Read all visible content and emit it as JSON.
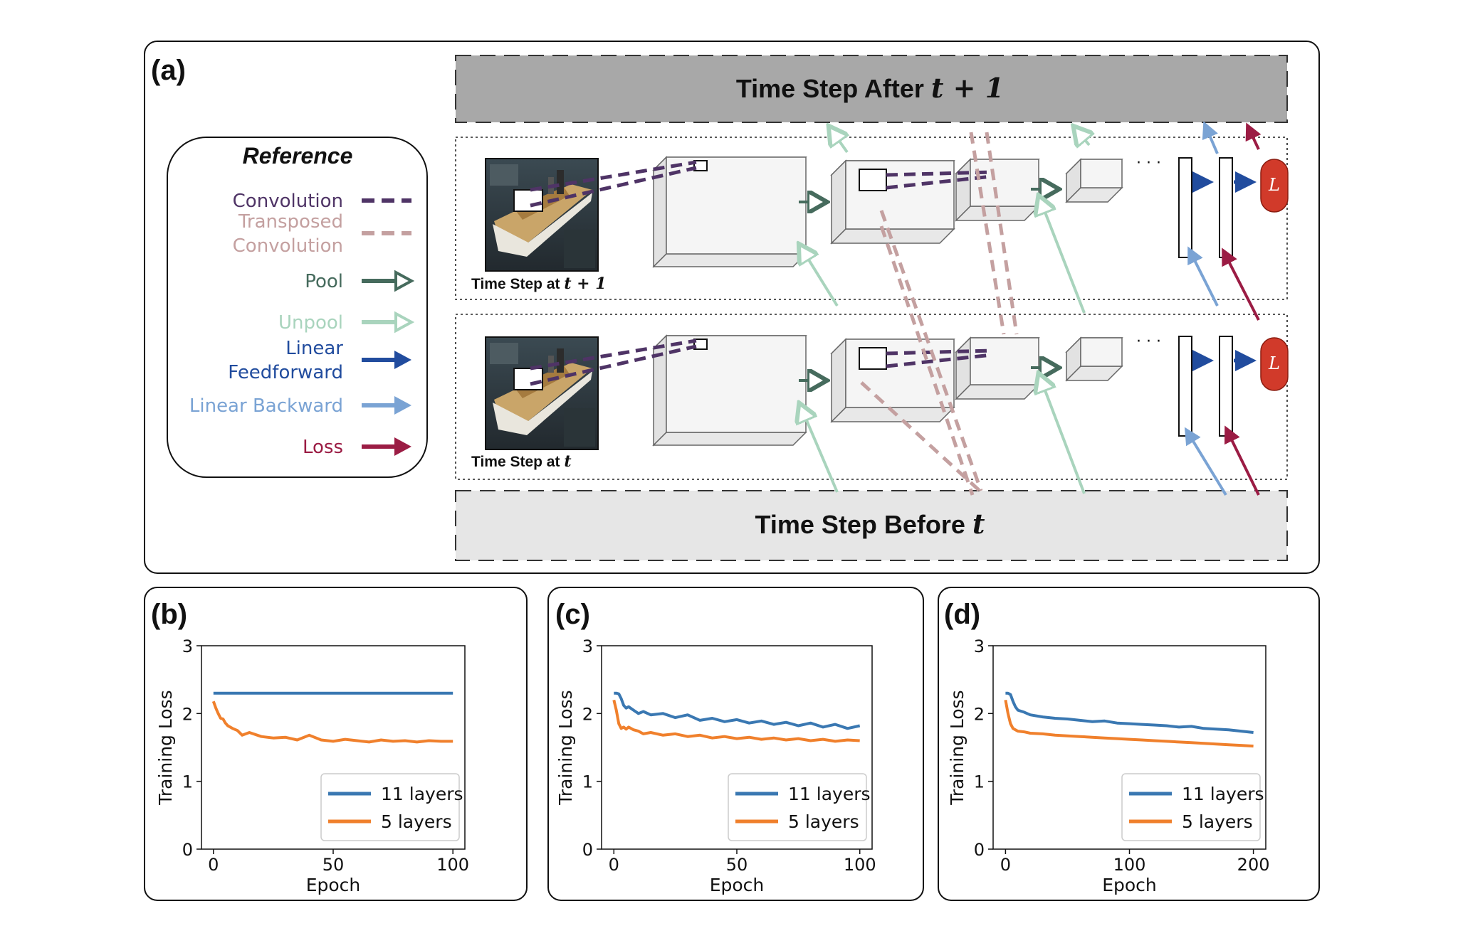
{
  "panel_a": {
    "letter": "(a)",
    "reference": {
      "title": "Reference",
      "items": [
        {
          "label_lines": [
            "Convolution"
          ],
          "color": "#4f3466",
          "style": "dashed",
          "icon": "dashed-line"
        },
        {
          "label_lines": [
            "Transposed",
            "Convolution"
          ],
          "color": "#c4a0a0",
          "style": "dashed",
          "icon": "dashed-line"
        },
        {
          "label_lines": [
            "Pool"
          ],
          "color": "#466b5d",
          "style": "open-arrow",
          "icon": "open-arrow"
        },
        {
          "label_lines": [
            "Unpool"
          ],
          "color": "#a9d4bd",
          "style": "open-arrow",
          "icon": "open-arrow"
        },
        {
          "label_lines": [
            "Linear",
            "Feedforward"
          ],
          "color": "#214c9e",
          "style": "filled-arrow",
          "icon": "filled-arrow"
        },
        {
          "label_lines": [
            "Linear Backward"
          ],
          "color": "#7aa3d4",
          "style": "filled-arrow",
          "icon": "filled-arrow"
        },
        {
          "label_lines": [
            "Loss"
          ],
          "color": "#9b1c44",
          "style": "filled-arrow",
          "icon": "filled-arrow"
        }
      ]
    },
    "after_band": {
      "text": "Time Step After ",
      "var": "t + 1",
      "color": "#a8a8a8"
    },
    "before_band": {
      "text": "Time Step Before ",
      "var": "t",
      "color": "#e6e6e6"
    },
    "row_top": {
      "text": "Time Step at ",
      "var": "t + 1"
    },
    "row_bottom": {
      "text": "Time Step at ",
      "var": "t"
    },
    "loss_symbol": "L",
    "loss_color": "#d13a2a"
  },
  "chart_data": [
    {
      "panel": "(b)",
      "type": "line",
      "xlabel": "Epoch",
      "ylabel": "Training Loss",
      "xlim": [
        -5,
        105
      ],
      "ylim": [
        0,
        3
      ],
      "xticks": [
        0,
        50,
        100
      ],
      "yticks": [
        0,
        1,
        2,
        3
      ],
      "legend_position": "lower right",
      "series": [
        {
          "name": "11 layers",
          "color": "#3a78b2",
          "x": [
            0,
            5,
            10,
            20,
            30,
            40,
            50,
            60,
            70,
            80,
            90,
            100
          ],
          "y": [
            2.3,
            2.3,
            2.3,
            2.3,
            2.3,
            2.3,
            2.3,
            2.3,
            2.3,
            2.3,
            2.3,
            2.3
          ]
        },
        {
          "name": "5 layers",
          "color": "#f0802c",
          "x": [
            0,
            1,
            2,
            3,
            4,
            5,
            6,
            8,
            10,
            12,
            15,
            20,
            25,
            30,
            35,
            40,
            45,
            50,
            55,
            60,
            65,
            70,
            75,
            80,
            85,
            90,
            95,
            100
          ],
          "y": [
            2.18,
            2.08,
            2.0,
            1.93,
            1.92,
            1.86,
            1.82,
            1.78,
            1.75,
            1.68,
            1.72,
            1.66,
            1.64,
            1.65,
            1.61,
            1.68,
            1.61,
            1.59,
            1.62,
            1.6,
            1.58,
            1.61,
            1.59,
            1.6,
            1.58,
            1.6,
            1.59,
            1.59
          ]
        }
      ]
    },
    {
      "panel": "(c)",
      "type": "line",
      "xlabel": "Epoch",
      "ylabel": "Training Loss",
      "xlim": [
        -5,
        105
      ],
      "ylim": [
        0,
        3
      ],
      "xticks": [
        0,
        50,
        100
      ],
      "yticks": [
        0,
        1,
        2,
        3
      ],
      "legend_position": "lower right",
      "series": [
        {
          "name": "11 layers",
          "color": "#3a78b2",
          "x": [
            0,
            1,
            2,
            3,
            4,
            5,
            6,
            8,
            10,
            12,
            15,
            20,
            25,
            30,
            35,
            40,
            45,
            50,
            55,
            60,
            65,
            70,
            75,
            80,
            85,
            90,
            95,
            100
          ],
          "y": [
            2.3,
            2.3,
            2.29,
            2.22,
            2.12,
            2.08,
            2.1,
            2.05,
            2.0,
            2.03,
            1.98,
            2.0,
            1.94,
            1.98,
            1.9,
            1.93,
            1.88,
            1.91,
            1.86,
            1.89,
            1.84,
            1.87,
            1.82,
            1.86,
            1.8,
            1.84,
            1.78,
            1.82
          ]
        },
        {
          "name": "5 layers",
          "color": "#f0802c",
          "x": [
            0,
            1,
            2,
            3,
            4,
            5,
            6,
            8,
            10,
            12,
            15,
            20,
            25,
            30,
            35,
            40,
            45,
            50,
            55,
            60,
            65,
            70,
            75,
            80,
            85,
            90,
            95,
            100
          ],
          "y": [
            2.2,
            2.05,
            1.85,
            1.78,
            1.8,
            1.77,
            1.8,
            1.76,
            1.74,
            1.7,
            1.72,
            1.68,
            1.7,
            1.66,
            1.68,
            1.64,
            1.66,
            1.63,
            1.65,
            1.62,
            1.64,
            1.61,
            1.63,
            1.6,
            1.62,
            1.59,
            1.61,
            1.6
          ]
        }
      ]
    },
    {
      "panel": "(d)",
      "type": "line",
      "xlabel": "Epoch",
      "ylabel": "Training Loss",
      "xlim": [
        -10,
        210
      ],
      "ylim": [
        0,
        3
      ],
      "xticks": [
        0,
        100,
        200
      ],
      "yticks": [
        0,
        1,
        2,
        3
      ],
      "legend_position": "lower right",
      "series": [
        {
          "name": "11 layers",
          "color": "#3a78b2",
          "x": [
            0,
            2,
            4,
            6,
            8,
            10,
            15,
            20,
            30,
            40,
            50,
            60,
            70,
            80,
            90,
            100,
            110,
            120,
            130,
            140,
            150,
            160,
            170,
            180,
            190,
            200
          ],
          "y": [
            2.3,
            2.3,
            2.28,
            2.18,
            2.1,
            2.05,
            2.02,
            1.98,
            1.95,
            1.93,
            1.92,
            1.9,
            1.88,
            1.89,
            1.86,
            1.85,
            1.84,
            1.83,
            1.82,
            1.8,
            1.81,
            1.78,
            1.77,
            1.76,
            1.74,
            1.72
          ]
        },
        {
          "name": "5 layers",
          "color": "#f0802c",
          "x": [
            0,
            2,
            4,
            6,
            8,
            10,
            15,
            20,
            30,
            40,
            50,
            60,
            70,
            80,
            90,
            100,
            110,
            120,
            130,
            140,
            150,
            160,
            170,
            180,
            190,
            200
          ],
          "y": [
            2.2,
            2.0,
            1.85,
            1.78,
            1.76,
            1.74,
            1.73,
            1.71,
            1.7,
            1.68,
            1.67,
            1.66,
            1.65,
            1.64,
            1.63,
            1.62,
            1.61,
            1.6,
            1.59,
            1.58,
            1.57,
            1.56,
            1.55,
            1.54,
            1.53,
            1.52
          ]
        }
      ]
    }
  ]
}
